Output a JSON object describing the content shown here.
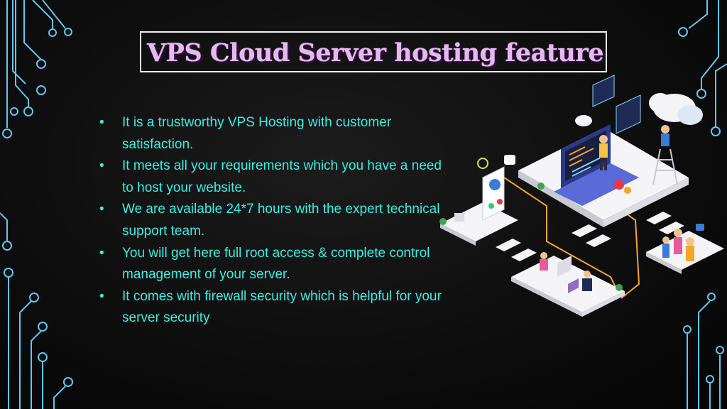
{
  "title": "VPS Cloud Server hosting feature",
  "bullets": [
    "It is a trustworthy VPS Hosting with customer satisfaction.",
    "It meets all your requirements which you have a need to host your website.",
    "We are available 24*7 hours with the expert technical support team.",
    "You will get here full root access & complete control management of your server.",
    "It comes with firewall security which is helpful for your server security"
  ],
  "bullet_symbol": "•",
  "colors": {
    "background": "#0e0e0e",
    "title_text": "#e7b7f3",
    "title_border": "#f2f2f2",
    "bullet_text": "#34f0e6",
    "circuit_lines": "#5ec8f0",
    "platform": "#f4f4f6"
  },
  "icons": [
    "circuit-decoration",
    "cloud-icon",
    "laptop-icon",
    "chat-bubble-icon",
    "person-figure"
  ]
}
